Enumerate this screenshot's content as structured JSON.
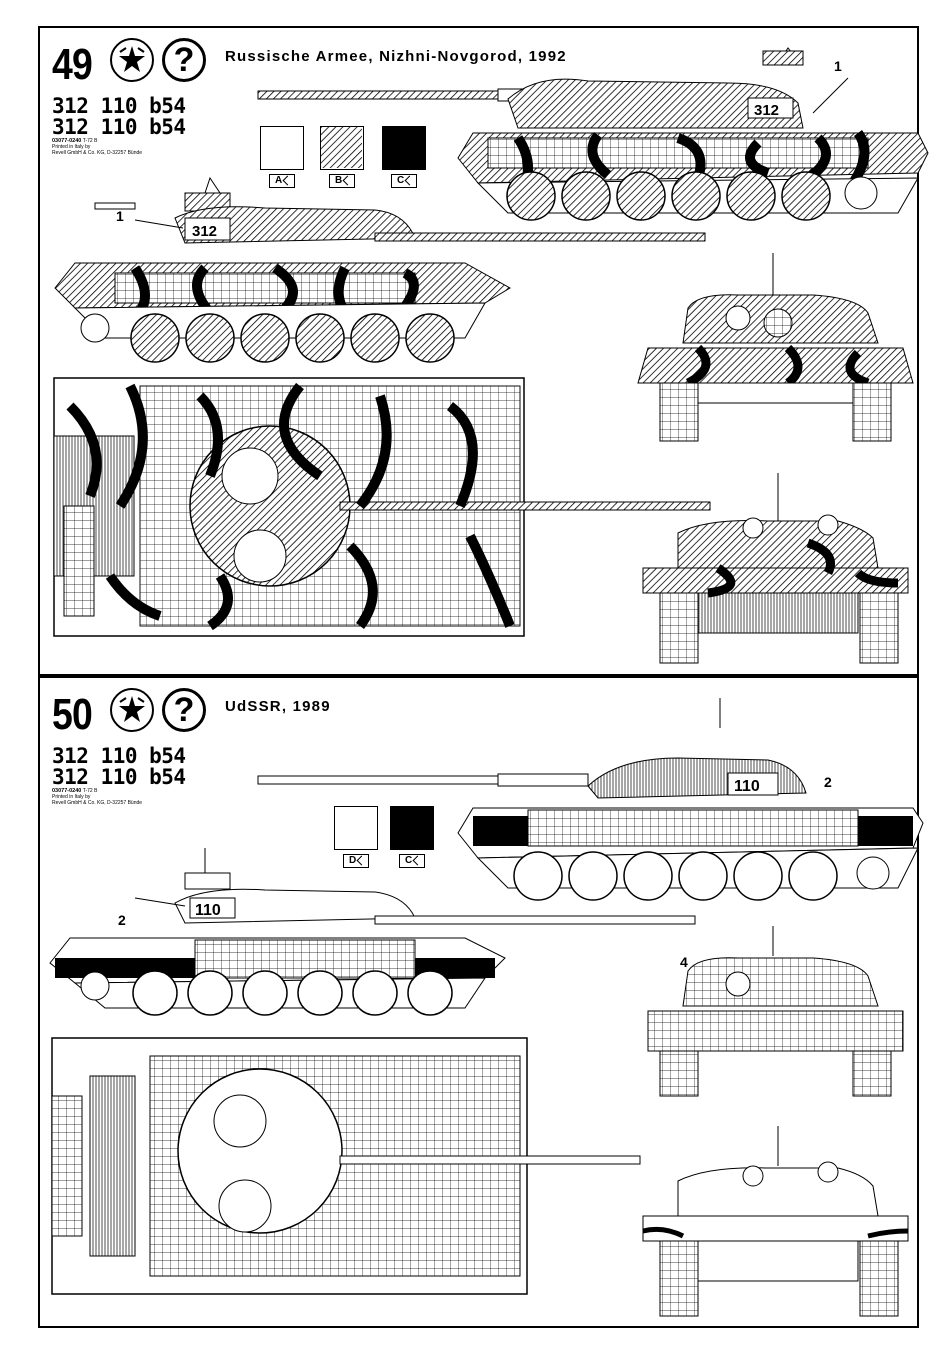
{
  "panels": [
    {
      "number": "49",
      "title": "Russische Armee, Nizhni-Novgorod, 1992",
      "help_symbol": "?",
      "decal_sheet": {
        "row1": "312 110 b54",
        "row2": "312 110 b54",
        "code": "03077-0240",
        "kit": "T-72 B",
        "printed": "Printed in Italy by",
        "publisher": "Revell GmbH & Co. KG, D-32257 Bünde"
      },
      "color_swatches": [
        {
          "label": "A",
          "fill": "#ffffff"
        },
        {
          "label": "B",
          "fill": "hatched"
        },
        {
          "label": "C",
          "fill": "#000000"
        }
      ],
      "callouts": [
        "1",
        "1"
      ],
      "turret_number": "312"
    },
    {
      "number": "50",
      "title": "UdSSR, 1989",
      "help_symbol": "?",
      "decal_sheet": {
        "row1": "312 110 b54",
        "row2": "312 110 b54",
        "code": "03077-0240",
        "kit": "T-72 B",
        "printed": "Printed in Italy by",
        "publisher": "Revell GmbH & Co. KG, D-32257 Bünde"
      },
      "color_swatches": [
        {
          "label": "D",
          "fill": "#ffffff"
        },
        {
          "label": "C",
          "fill": "#000000"
        }
      ],
      "callouts": [
        "2",
        "2",
        "4"
      ],
      "turret_number": "110"
    }
  ]
}
